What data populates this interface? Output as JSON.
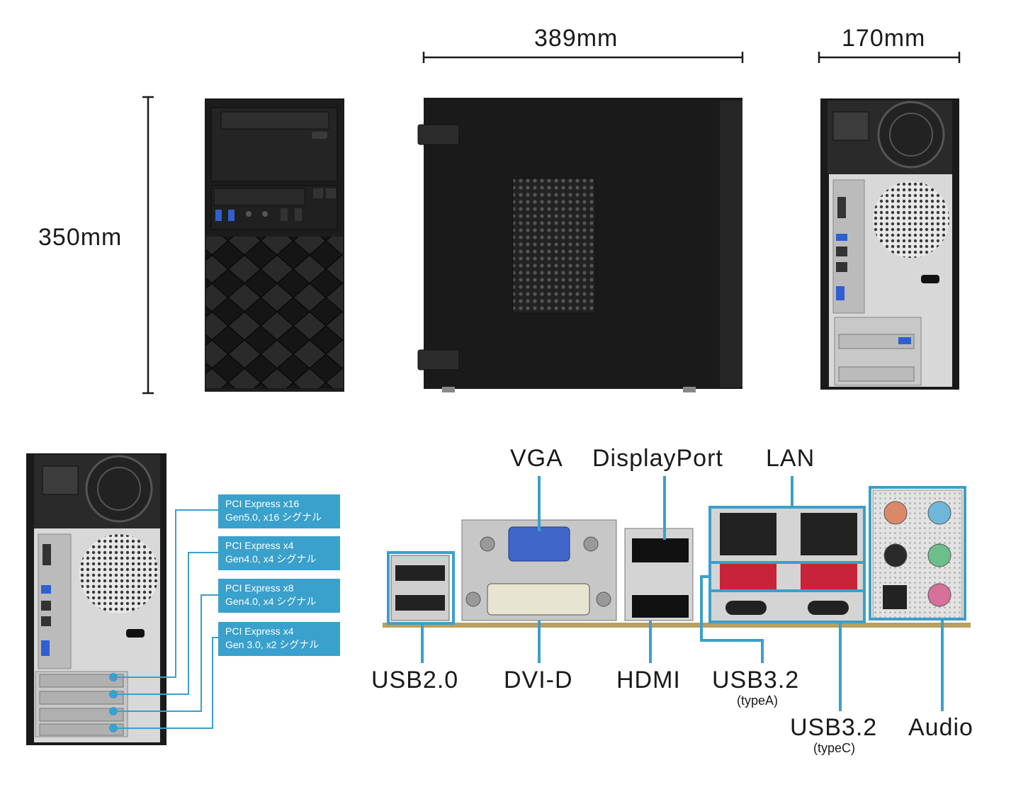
{
  "dimensions": {
    "height": "350mm",
    "depth": "389mm",
    "width": "170mm"
  },
  "pci_slots": [
    {
      "line1": "PCI Express x16",
      "line2": "Gen5.0, x16 シグナル"
    },
    {
      "line1": "PCI Express x4",
      "line2": "Gen4.0, x4 シグナル"
    },
    {
      "line1": "PCI Express x8",
      "line2": "Gen4.0, x4 シグナル"
    },
    {
      "line1": "PCI Express x4",
      "line2": "Gen 3.0, x2 シグナル"
    }
  ],
  "ports": {
    "vga": "VGA",
    "displayport": "DisplayPort",
    "lan": "LAN",
    "usb2": "USB2.0",
    "dvid": "DVI-D",
    "hdmi": "HDMI",
    "usb32a": "USB3.2",
    "usb32a_sub": "(typeA)",
    "usb32c": "USB3.2",
    "usb32c_sub": "(typeC)",
    "audio": "Audio"
  },
  "colors": {
    "accent": "#3aa0cc",
    "case": "#1c1c1c",
    "usb3": "#2f5fd0",
    "usb32": "#c8233a"
  }
}
